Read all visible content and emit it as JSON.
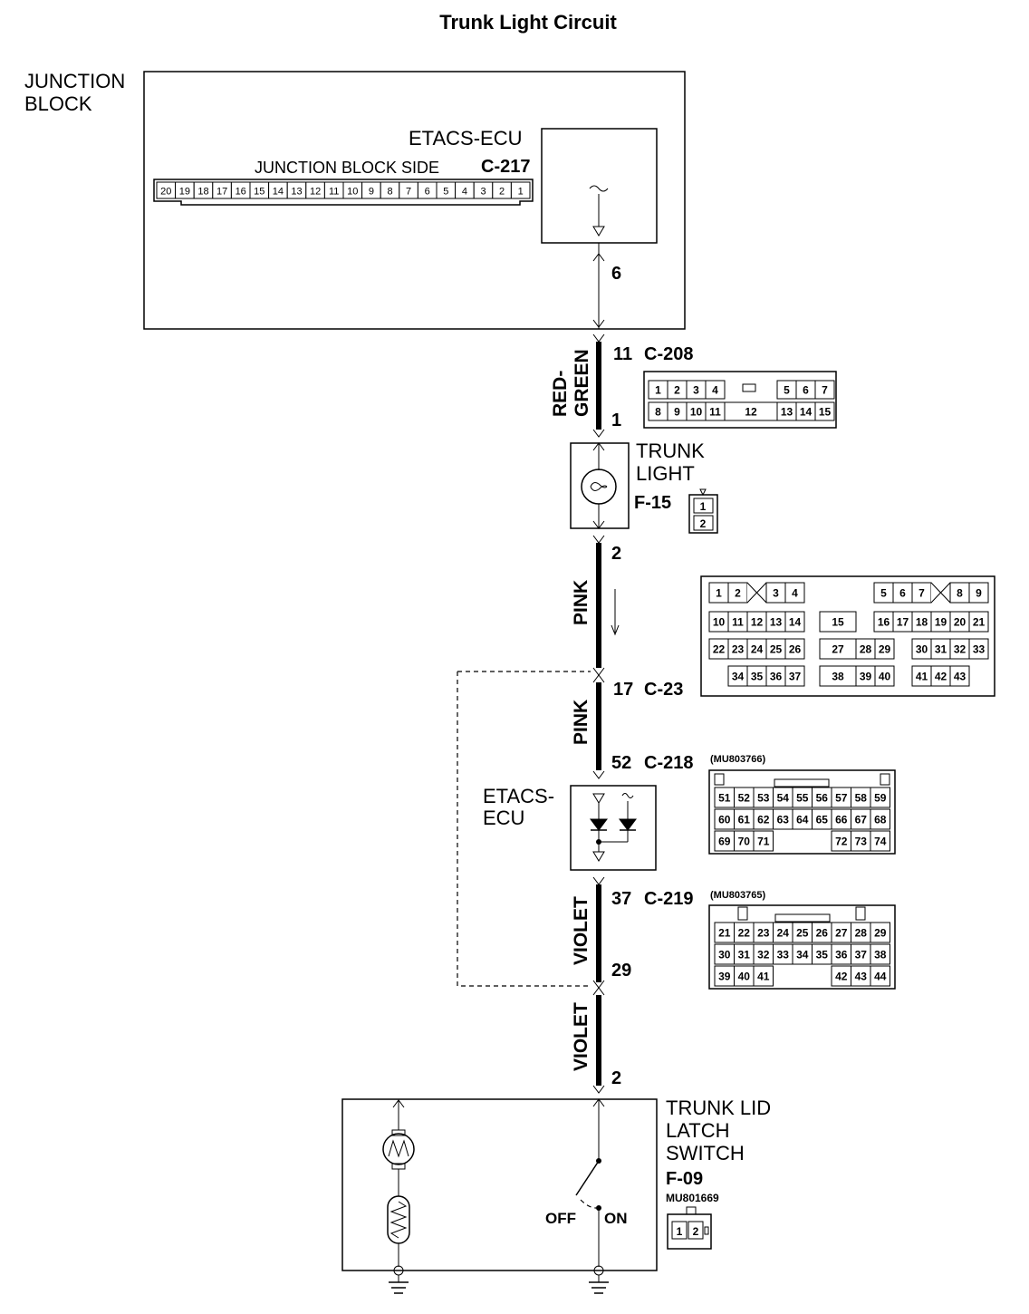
{
  "title": "Trunk Light Circuit",
  "junction_block": {
    "label_line1": "JUNCTION",
    "label_line2": "BLOCK",
    "side_label": "JUNCTION BLOCK SIDE",
    "connector": "C-217",
    "pins": [
      "20",
      "19",
      "18",
      "17",
      "16",
      "15",
      "14",
      "13",
      "12",
      "11",
      "10",
      "9",
      "8",
      "7",
      "6",
      "5",
      "4",
      "3",
      "2",
      "1"
    ]
  },
  "etacs_top": {
    "label": "ETACS-ECU",
    "pin": "6"
  },
  "c208": {
    "pin_top": "11",
    "connector": "C-208",
    "pin_bottom": "1",
    "wire_color_line1": "RED-",
    "wire_color_line2": "GREEN",
    "rows": [
      [
        "1",
        "2",
        "3",
        "4",
        "",
        "5",
        "6",
        "7"
      ],
      [
        "8",
        "9",
        "10",
        "11",
        "12",
        "13",
        "14",
        "15"
      ]
    ]
  },
  "trunk_light": {
    "label_line1": "TRUNK",
    "label_line2": "LIGHT",
    "connector": "F-15",
    "pins": [
      "1",
      "2"
    ],
    "pin_bottom": "2"
  },
  "wire_pink_1": "PINK",
  "c23": {
    "pin": "17",
    "connector": "C-23",
    "row1": [
      "1",
      "2",
      "",
      "3",
      "4",
      "5",
      "6",
      "7",
      "",
      "8",
      "9"
    ],
    "row2": [
      "10",
      "11",
      "12",
      "13",
      "14",
      "15",
      "16",
      "17",
      "18",
      "19",
      "20",
      "21"
    ],
    "row3": [
      "22",
      "23",
      "24",
      "25",
      "26",
      "27",
      "28",
      "29",
      "30",
      "31",
      "32",
      "33"
    ],
    "row4": [
      "34",
      "35",
      "36",
      "37",
      "38",
      "39",
      "40",
      "41",
      "42",
      "43"
    ]
  },
  "wire_pink_2": "PINK",
  "c218": {
    "pin": "52",
    "connector": "C-218",
    "part_no": "(MU803766)",
    "rows": [
      [
        "51",
        "52",
        "53",
        "54",
        "55",
        "56",
        "57",
        "58",
        "59"
      ],
      [
        "60",
        "61",
        "62",
        "63",
        "64",
        "65",
        "66",
        "67",
        "68"
      ],
      [
        "69",
        "70",
        "71",
        "72",
        "73",
        "74"
      ]
    ]
  },
  "etacs_mid": {
    "label_line1": "ETACS-",
    "label_line2": "ECU"
  },
  "c219": {
    "pin": "37",
    "connector": "C-219",
    "part_no": "(MU803765)",
    "pin_bottom": "29",
    "rows": [
      [
        "21",
        "22",
        "23",
        "24",
        "25",
        "26",
        "27",
        "28",
        "29"
      ],
      [
        "30",
        "31",
        "32",
        "33",
        "34",
        "35",
        "36",
        "37",
        "38"
      ],
      [
        "39",
        "40",
        "41",
        "42",
        "43",
        "44"
      ]
    ]
  },
  "wire_violet_1": "VIOLET",
  "wire_violet_2": "VIOLET",
  "trunk_lid": {
    "label_line1": "TRUNK LID",
    "label_line2": "LATCH",
    "label_line3": "SWITCH",
    "connector": "F-09",
    "part_no": "MU801669",
    "pin_top": "2",
    "switch_off": "OFF",
    "switch_on": "ON",
    "pins": [
      "1",
      "2"
    ]
  }
}
